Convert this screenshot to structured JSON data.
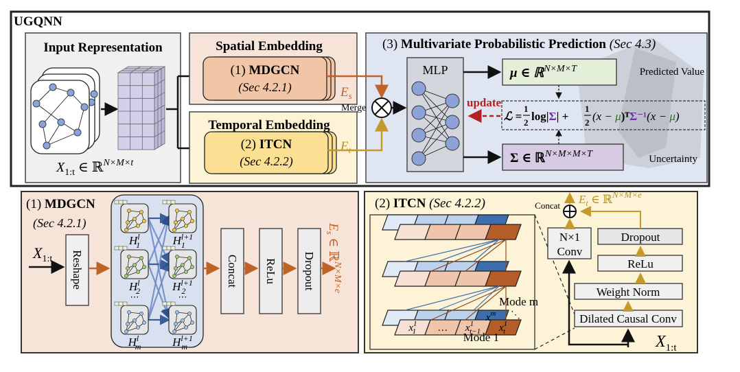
{
  "title": "UGQNN",
  "input": {
    "title": "Input Representation",
    "formula_lhs": "X",
    "formula_sub": "1:t",
    "formula_in": " ∈ ℝ",
    "formula_sup": "N×M×t"
  },
  "spatial": {
    "title": "Spatial Embedding",
    "box_num": "(1) ",
    "box_name": "MDGCN",
    "box_sec": "(Sec 4.2.1)",
    "output_label": "E",
    "output_sub": "s"
  },
  "temporal": {
    "title": "Temporal Embedding",
    "box_num": "(2) ",
    "box_name": "ITCN",
    "box_sec": "(Sec 4.2.2)",
    "output_label": "E",
    "output_sub": "t"
  },
  "merge_label": "Merge",
  "prediction": {
    "title_num": "(3) ",
    "title_bold": "Multivariate Probabilistic Prediction",
    "title_sec": " (Sec 4.3)",
    "mlp_label": "MLP",
    "mu_box": "μ ∈ ℝ",
    "mu_sup": "N×M×T",
    "mu_label": "Predicted Value",
    "sigma_box": "Σ ∈  ℝ",
    "sigma_sup": "N×M×M×T",
    "sigma_label": "Uncertainty",
    "update_label": "update",
    "loss": {
      "lhs": "ℒ = ",
      "half": "1/2",
      "log": "log|",
      "sigma": "Σ",
      "bar_plus": "| + ",
      "xm_open": "(x − ",
      "mu": "μ",
      "close_T": ")ᵀ",
      "sigma_inv": "Σ⁻¹",
      "xm2_open": "(x − ",
      "close": ")"
    }
  },
  "mdgcn": {
    "title_num": "(1) ",
    "title_name": "MDGCN",
    "title_sec": "(Sec 4.2.1)",
    "input_label": "X",
    "input_sub": "1:t",
    "reshape": "Reshape",
    "layers_left": [
      {
        "base": "H",
        "sub": "1",
        "sup": "l"
      },
      {
        "base": "H",
        "sub": "2",
        "sup": "l"
      },
      {
        "base": "H",
        "sub": "m",
        "sup": "l"
      }
    ],
    "layers_right": [
      {
        "base": "H",
        "sub": "1",
        "sup": "l+1"
      },
      {
        "base": "H",
        "sub": "2",
        "sup": "l+1"
      },
      {
        "base": "H",
        "sub": "m",
        "sup": "l+1"
      }
    ],
    "ellipsis": "⋯",
    "concat": "Concat",
    "relu": "ReLu",
    "dropout": "Dropout",
    "output_label": "E",
    "output_sub": "s",
    "output_rest": " ∈ ℝ",
    "output_sup": "N×M×e"
  },
  "itcn": {
    "title_num": "(2) ",
    "title_name": "ITCN",
    "title_sec": " (Sec 4.2.2)",
    "mode_m": "Mode m",
    "mode_1": "Mode 1",
    "cells": [
      {
        "base": "x",
        "sub": "1",
        "sup": "1"
      },
      {
        "text": "…"
      },
      {
        "base": "x",
        "sub": "t−1",
        "sup": "1"
      },
      {
        "base": "x",
        "sub": "t",
        "sup": "1"
      }
    ],
    "cell_m": {
      "base": "x",
      "sub": "t",
      "sup": "m"
    },
    "concat_label": "Concat",
    "conv_line1": "N×1",
    "conv_line2": "Conv",
    "dropout": "Dropout",
    "relu": "ReLu",
    "weight_norm": "Weight Norm",
    "dilated": "Dilated Causal Conv",
    "output_label": "E",
    "output_sub": "t",
    "output_rest": " ∈ ℝ",
    "output_sup": "N×M×e",
    "input_label": "X",
    "input_sub": "1:t"
  },
  "colors": {
    "spatial_bg": "#f7e4d8",
    "temporal_bg": "#fdf3d6",
    "prediction_bg": "#dfe6f2",
    "input_bg": "#f0f0f0",
    "orange_arrow": "#c0632a",
    "gold_arrow": "#c49a2c",
    "update_red": "#b22222",
    "node_blue": "#8da2d6",
    "mu_box": "#e4efd9",
    "sigma_box": "#d6cbe3",
    "sigma_purple": "#6a2fa0",
    "mu_green": "#3f6b2a"
  }
}
